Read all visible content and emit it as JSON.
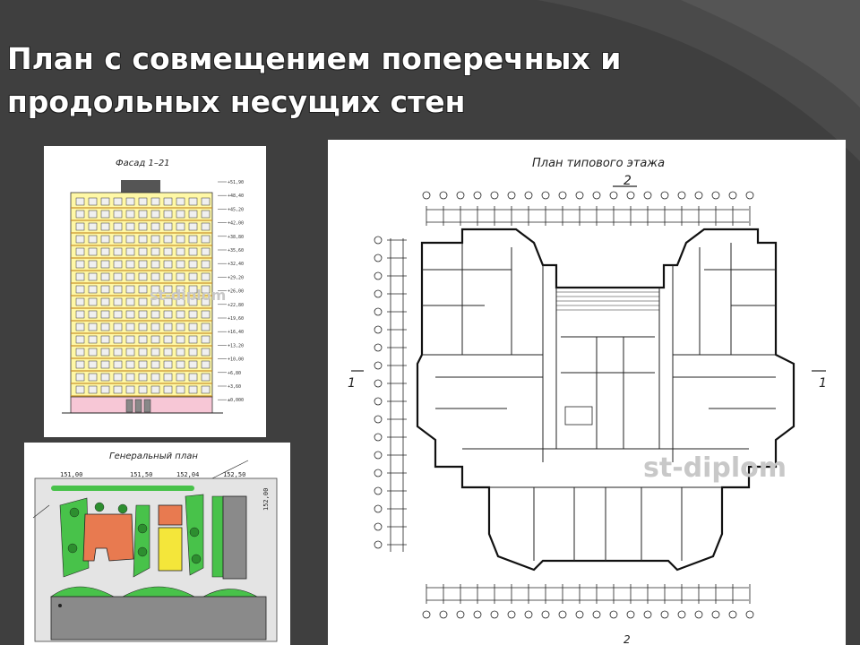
{
  "slide": {
    "title_line1": "План с совмещением поперечных и",
    "title_line2": "продольных несущих стен"
  },
  "facade": {
    "caption": "Фасад 1–21",
    "watermark": "st-diplom",
    "levels": [
      "+51,90",
      "+48,40",
      "+45,20",
      "+42,00",
      "+38,80",
      "+35,60",
      "+32,40",
      "+29,20",
      "+26,00",
      "+22,80",
      "+19,60",
      "+16,40",
      "+13,20",
      "+10,00",
      "+6,80",
      "+3,60",
      "±0,000"
    ]
  },
  "genplan": {
    "caption": "Генеральный план",
    "marks": [
      "151,00",
      "151,50",
      "152,04",
      "152,50",
      "152,00"
    ]
  },
  "floorplan": {
    "caption": "План типового этажа",
    "section_top": "2",
    "section_left": "1",
    "section_right": "1",
    "section_bottom": "2",
    "watermark": "st-diplom"
  },
  "colors": {
    "slide_bg": "#3f3f3f",
    "facade_wall": "#fff8a6",
    "facade_base": "#f7c7d6",
    "genplan_green": "#48c24a",
    "genplan_roof": "#e87a50",
    "genplan_road": "#8a8a8a"
  }
}
